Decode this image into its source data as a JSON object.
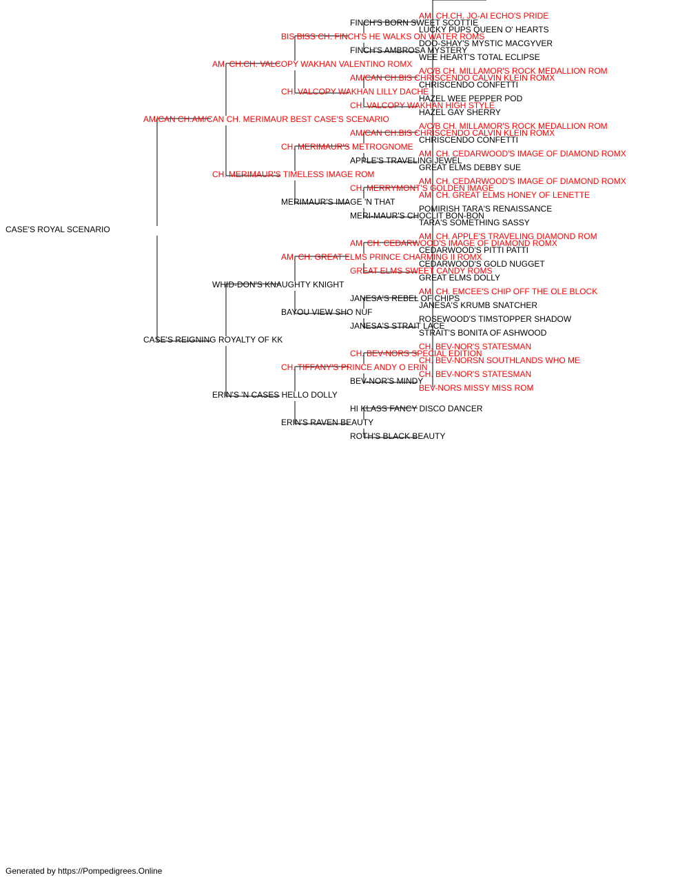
{
  "colors": {
    "champion": "#ff0000",
    "regular": "#000000",
    "line": "#000000"
  },
  "pedigree": {
    "name": "CASE'S ROYAL SCENARIO",
    "ch": false,
    "sire": {
      "name": "AM/CAN CH.AM/CAN CH. MERIMAUR BEST CASE'S SCENARIO",
      "ch": true,
      "sire": {
        "name": "AM. CH.CH. VALCOPY WAKHAN VALENTINO ROMX",
        "ch": true,
        "sire": {
          "name": "BIS BISS CH. FINCH'S HE WALKS ON WATER ROMS",
          "ch": true,
          "sire": {
            "name": "FINCH'S BORN SWEET SCOTTIE",
            "ch": false,
            "sire": {
              "name": "AM. CH.CH. JO-AI ECHO'S PRIDE",
              "ch": true
            },
            "dam": {
              "name": "LUCKY PUPS QUEEN O' HEARTS",
              "ch": false
            }
          },
          "dam": {
            "name": "FINCH'S AMBROSA MYSTERY",
            "ch": false,
            "sire": {
              "name": "DOO-SHAY'S MYSTIC MACGYVER",
              "ch": false
            },
            "dam": {
              "name": "WEE HEART'S TOTAL ECLIPSE",
              "ch": false
            }
          }
        },
        "dam": {
          "name": "CH. VALCOPY WAKHAN LILLY DACHE",
          "ch": true,
          "sire": {
            "name": "AM/CAN CH.BIS CHRISCENDO CALVIN KLEIN ROMX",
            "ch": true,
            "sire": {
              "name": "A/C/B CH. MILLAMOR'S ROCK MEDALLION ROM",
              "ch": true
            },
            "dam": {
              "name": "CHRISCENDO CONFETTI",
              "ch": false
            }
          },
          "dam": {
            "name": "CH. VALCOPY WAKHAN HIGH STYLE",
            "ch": true,
            "sire": {
              "name": "HAZEL WEE PEPPER POD",
              "ch": false
            },
            "dam": {
              "name": "HAZEL GAY SHERRY",
              "ch": false
            }
          }
        }
      },
      "dam": {
        "name": "CH. MERIMAUR'S TIMELESS IMAGE ROM",
        "ch": true,
        "sire": {
          "name": "CH. MERIMAUR'S METROGNOME",
          "ch": true,
          "sire": {
            "name": "AM/CAN CH.BIS CHRISCENDO CALVIN KLEIN ROMX",
            "ch": true,
            "sire": {
              "name": "A/C/B CH. MILLAMOR'S ROCK MEDALLION ROM",
              "ch": true
            },
            "dam": {
              "name": "CHRISCENDO CONFETTI",
              "ch": false
            }
          },
          "dam": {
            "name": "APPLE'S TRAVELING JEWEL",
            "ch": false,
            "sire": {
              "name": "AM. CH. CEDARWOOD'S IMAGE OF DIAMOND ROMX",
              "ch": true
            },
            "dam": {
              "name": "GREAT ELMS DEBBY SUE",
              "ch": false
            }
          }
        },
        "dam": {
          "name": "MERIMAUR'S IMAGE 'N THAT",
          "ch": false,
          "sire": {
            "name": "CH. MERRYMONT'S GOLDEN IMAGE",
            "ch": true,
            "sire": {
              "name": "AM. CH. CEDARWOOD'S IMAGE OF DIAMOND ROMX",
              "ch": true
            },
            "dam": {
              "name": "AM. CH. GREAT ELMS HONEY OF LENETTE",
              "ch": true
            }
          },
          "dam": {
            "name": "MERI-MAUR'S CHOCLIT BON-BON",
            "ch": false,
            "sire": {
              "name": "POMIRISH TARA'S RENAISSANCE",
              "ch": false
            },
            "dam": {
              "name": "TARA'S SOMETHING SASSY",
              "ch": false
            }
          }
        }
      }
    },
    "dam": {
      "name": "CASE'S REIGNING ROYALTY OF KK",
      "ch": false,
      "sire": {
        "name": "WHID-DON'S KNAUGHTY KNIGHT",
        "ch": false,
        "sire": {
          "name": "AM. CH. GREAT ELMS PRINCE CHARMING II ROMX",
          "ch": true,
          "sire": {
            "name": "AM. CH. CEDARWOOD'S IMAGE OF DIAMOND ROMX",
            "ch": true,
            "sire": {
              "name": "AM. CH. APPLE'S TRAVELING DIAMOND ROM",
              "ch": true
            },
            "dam": {
              "name": "CEDARWOOD'S PITTI PATTI",
              "ch": false
            }
          },
          "dam": {
            "name": "GREAT ELMS SWEET CANDY ROMS",
            "ch": true,
            "sire": {
              "name": "CEDARWOOD'S GOLD NUGGET",
              "ch": false
            },
            "dam": {
              "name": "GREAT ELMS DOLLY",
              "ch": false
            }
          }
        },
        "dam": {
          "name": "BAYOU VIEW SHO NUF",
          "ch": false,
          "sire": {
            "name": "JANESA'S REBEL OF CHIPS",
            "ch": false,
            "sire": {
              "name": "AM. CH. EMCEE'S CHIP OFF THE OLE BLOCK",
              "ch": true
            },
            "dam": {
              "name": "JANESA'S KRUMB SNATCHER",
              "ch": false
            }
          },
          "dam": {
            "name": "JANESA'S STRAIT LACE",
            "ch": false,
            "sire": {
              "name": "ROSEWOOD'S TIMSTOPPER SHADOW",
              "ch": false
            },
            "dam": {
              "name": "STRAIT'S BONITA OF ASHWOOD",
              "ch": false
            }
          }
        }
      },
      "dam": {
        "name": "ERIN'S 'N CASES HELLO DOLLY",
        "ch": false,
        "sire": {
          "name": "CH. TIFFANY'S PRINCE ANDY O ERIN",
          "ch": true,
          "sire": {
            "name": "CH. BEV-NORS SPECIAL EDITION",
            "ch": true,
            "sire": {
              "name": "CH. BEV-NOR'S STATESMAN",
              "ch": true
            },
            "dam": {
              "name": "CH. BEV-NORSN SOUTHLANDS WHO ME",
              "ch": true
            }
          },
          "dam": {
            "name": "BEV-NOR'S MINDY",
            "ch": false,
            "sire": {
              "name": "CH. BEV-NOR'S STATESMAN",
              "ch": true
            },
            "dam": {
              "name": "BEV-NORS MISSY MISS ROM",
              "ch": true
            }
          }
        },
        "dam": {
          "name": "ERIN'S RAVEN BEAUTY",
          "ch": false,
          "sire": {
            "name": "HI KLASS FANCY DISCO DANCER",
            "ch": false
          },
          "dam": {
            "name": "ROTH'S BLACK BEAUTY",
            "ch": false
          }
        }
      }
    }
  },
  "footer": {
    "text": "Generated by https://Pompedigrees.Online"
  }
}
